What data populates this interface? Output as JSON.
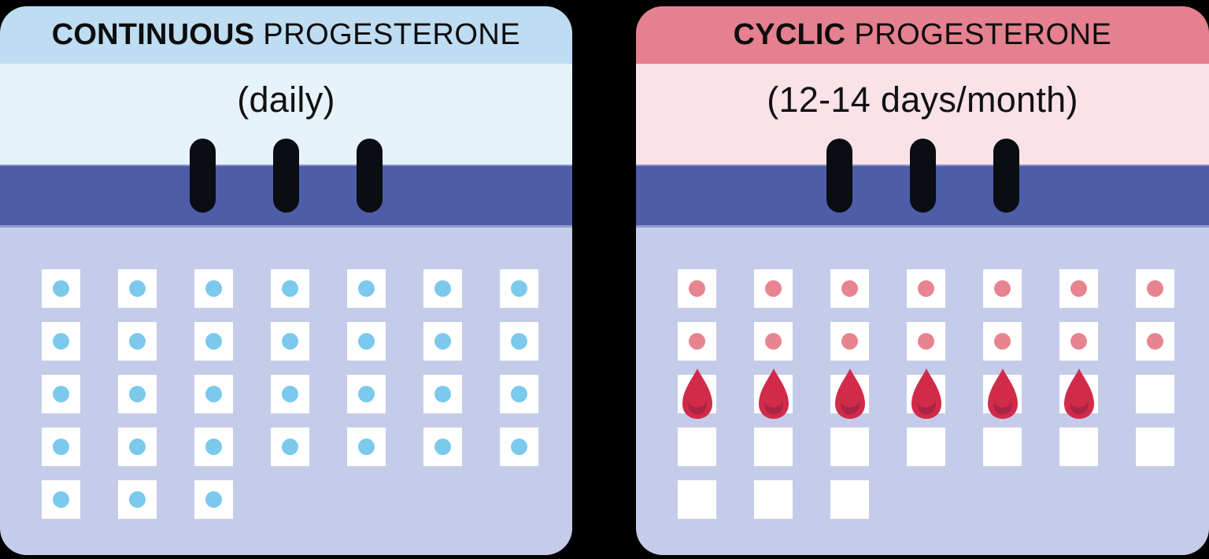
{
  "background_color": "#000000",
  "shared_colors": {
    "calendar_band": "#4d5da7",
    "calendar_body": "#c5cce9",
    "day_cell": "#ffffff",
    "binder_ring": "#0a0d12",
    "title_text": "#0d0d0d"
  },
  "cards": [
    {
      "id": "continuous",
      "title_emphasis": "CONTINUOUS",
      "title_rest": "PROGESTERONE",
      "subtitle": "(daily)",
      "ring_count": 3,
      "ring_icon": "binder-ring-icon",
      "dot_icon": "dose-dot-icon",
      "dose_days_shown": 31,
      "colors": {
        "header_bg": "#bedcf2",
        "subheader_bg": "#e7f3fb",
        "dot": "#7bc9ec"
      },
      "rows": [
        [
          "dot",
          "dot",
          "dot",
          "dot",
          "dot",
          "dot",
          "dot"
        ],
        [
          "dot",
          "dot",
          "dot",
          "dot",
          "dot",
          "dot",
          "dot"
        ],
        [
          "dot",
          "dot",
          "dot",
          "dot",
          "dot",
          "dot",
          "dot"
        ],
        [
          "dot",
          "dot",
          "dot",
          "dot",
          "dot",
          "dot",
          "dot"
        ],
        [
          "dot",
          "dot",
          "dot"
        ]
      ]
    },
    {
      "id": "cyclic",
      "title_emphasis": "CYCLIC",
      "title_rest": "PROGESTERONE",
      "subtitle": "(12-14 days/month)",
      "ring_count": 3,
      "ring_icon": "binder-ring-icon",
      "dot_icon": "dose-dot-icon",
      "drop_icon": "blood-drop-icon",
      "dose_days_shown": 14,
      "bleed_days_shown": 6,
      "colors": {
        "header_bg": "#e5808f",
        "subheader_bg": "#f9e2e8",
        "dot": "#e8848f",
        "drop": "#d22b4a",
        "drop_shade": "#aa2446"
      },
      "rows": [
        [
          "dot",
          "dot",
          "dot",
          "dot",
          "dot",
          "dot",
          "dot"
        ],
        [
          "dot",
          "dot",
          "dot",
          "dot",
          "dot",
          "dot",
          "dot"
        ],
        [
          "drop",
          "drop",
          "drop",
          "drop",
          "drop",
          "drop",
          "empty"
        ],
        [
          "empty",
          "empty",
          "empty",
          "empty",
          "empty",
          "empty",
          "empty"
        ],
        [
          "empty",
          "empty",
          "empty"
        ]
      ]
    }
  ]
}
